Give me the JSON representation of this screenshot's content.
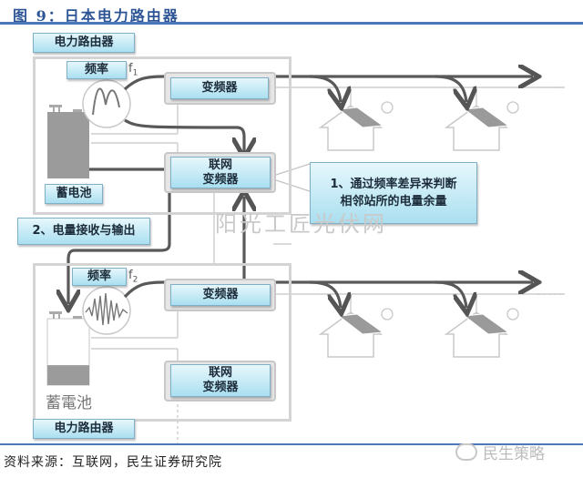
{
  "figure": {
    "title": "图 9：日本电力路由器",
    "source": "资料来源：互联网，民生证券研究院",
    "watermark": "阳光工匠光伏网",
    "wechat_brand": "民生策略"
  },
  "top_router": {
    "name_label": "电力路由器",
    "frequency_label": "频率",
    "frequency_symbol": "f",
    "frequency_subscript": "1",
    "inverter_label": "变频器",
    "grid_inverter_line1": "联网",
    "grid_inverter_line2": "变频器",
    "battery_label": "蓄电池",
    "battery_charge": 1.0
  },
  "bottom_router": {
    "name_label": "电力路由器",
    "frequency_label": "频率",
    "frequency_symbol": "f",
    "frequency_subscript": "2",
    "inverter_label": "变频器",
    "grid_inverter_line1": "联网",
    "grid_inverter_line2": "变频器",
    "battery_label": "蓄電池",
    "battery_charge": 0.3
  },
  "annotations": {
    "note1_line1": "1、通过频率差异来判断",
    "note1_line2": "相邻站所的电量余量",
    "note2": "2、电量接收与输出"
  },
  "icons": [
    "house-icon",
    "solar-panel-icon",
    "sun-icon",
    "sine-wave-icon",
    "battery-icon",
    "arrow-icon",
    "wechat-icon"
  ]
}
